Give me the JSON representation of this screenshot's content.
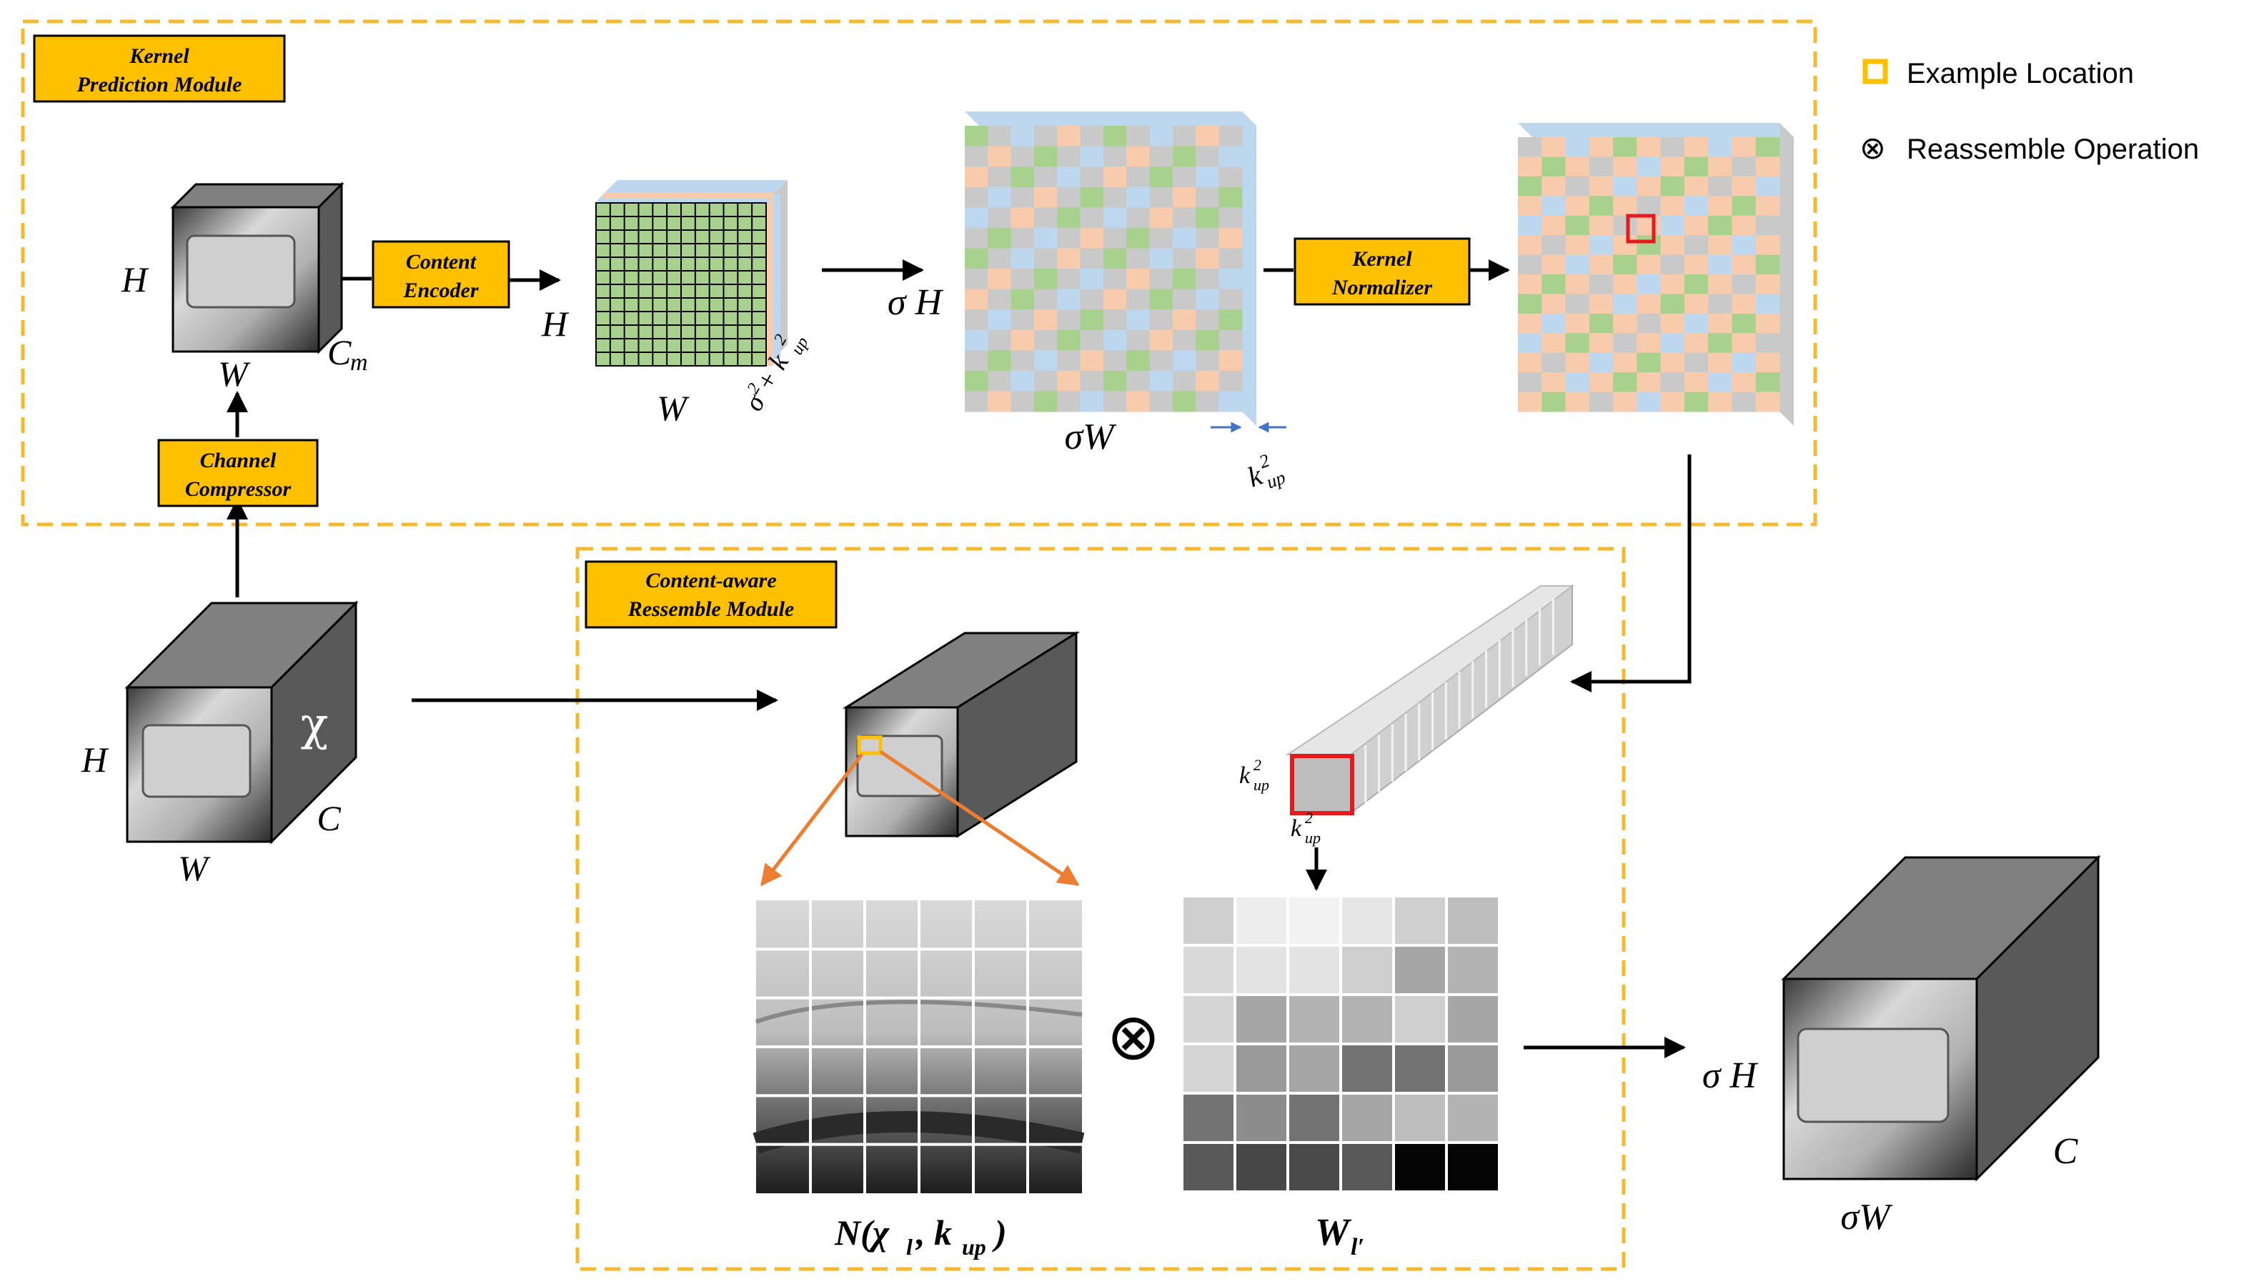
{
  "modules": {
    "kernel_prediction": {
      "line1": "Kernel",
      "line2": "Prediction Module"
    },
    "content_aware": {
      "line1": "Content-aware",
      "line2": "Ressemble Module"
    }
  },
  "blocks": {
    "content_encoder": {
      "line1": "Content",
      "line2": "Encoder"
    },
    "kernel_normalizer": {
      "line1": "Kernel",
      "line2": "Normalizer"
    },
    "channel_compressor": {
      "line1": "Channel",
      "line2": "Compressor"
    }
  },
  "legend": {
    "example_location": "Example Location",
    "reassemble_symbol": "⊗",
    "reassemble_operation": "Reassemble Operation"
  },
  "labels": {
    "H": "H",
    "W": "W",
    "C": "C",
    "Cm_base": "C",
    "Cm_sub": "m",
    "chi": "χ",
    "sigma_H": "σ H",
    "sigma_W": "σW",
    "sigma2_plus": "σ",
    "sup2": "2",
    "plus": " + k",
    "k": "k",
    "up": "up",
    "otimes": "⊗",
    "N_formula": "N(χ",
    "N_l": "l",
    "N_comma": ", k",
    "N_up": "up",
    "N_close": ")",
    "W_formula": "W",
    "W_sub": "l′"
  },
  "colors": {
    "module_border": "#F5B82E",
    "block_fill": "#FFC000",
    "grid_green": "#A9D18E",
    "grid_orange": "#F8CBAD",
    "grid_blue": "#BDD7EE",
    "grid_gray": "#C9C9C9",
    "highlight_red": "#E41A1C",
    "arrow_orange": "#ED7D31",
    "dark_cube": "#595959",
    "top_cube": "#808080"
  }
}
